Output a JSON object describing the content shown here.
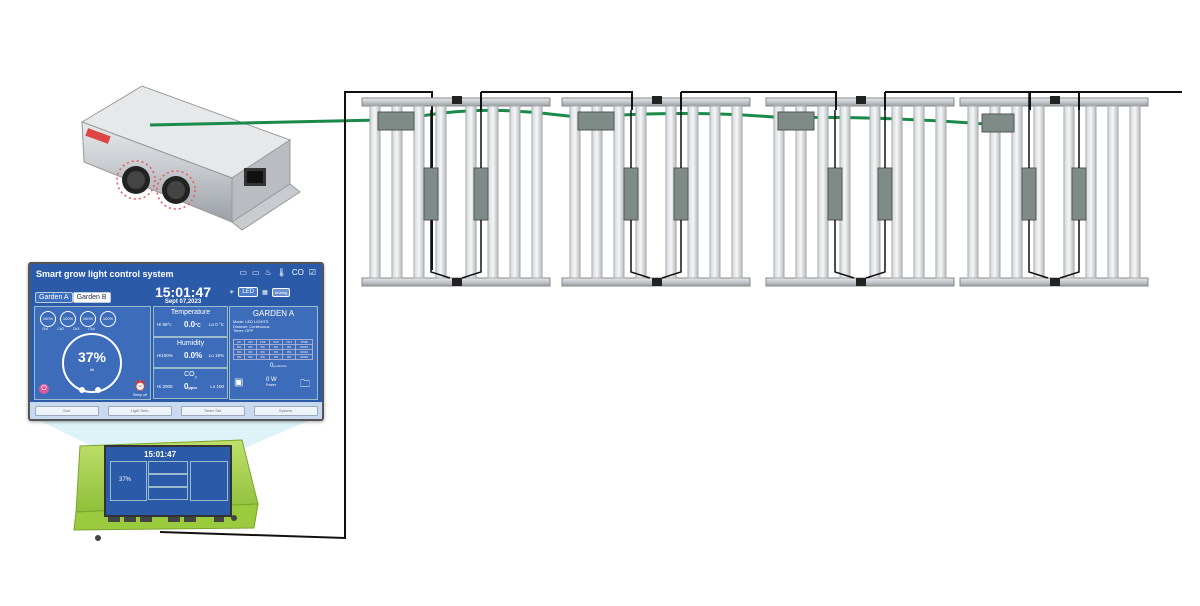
{
  "diagram": {
    "colors": {
      "signal_cable": "#1a8a4a",
      "power_cable": "#111111",
      "fixture_frame": "#c9cdd1",
      "controller_body": "#a4d24e",
      "screen_bg": "#2a5aa8"
    },
    "fixture_count": 4
  },
  "panel": {
    "title": "Smart grow light control system",
    "co2_icon": "CO",
    "tabs": [
      "Garden A",
      "Garden B"
    ],
    "time": "15:01:47",
    "date": "Sept 07,2023",
    "mini_levels": [
      "100%",
      "100%",
      "100%",
      "100%"
    ],
    "mini_labels": [
      "Ch1",
      "Ch2",
      "Ch3",
      "Ch4"
    ],
    "dial_value": "37%",
    "dial_label": "All",
    "alarm_label": "Sleep off",
    "temperature": {
      "label": "Temperature",
      "hi": "Hi 99°c",
      "value": "0.0",
      "unit": "°C",
      "lo": "Lo 0 °C"
    },
    "humidity": {
      "label": "Humidity",
      "hi": "Hi100%",
      "value": "0.0%",
      "lo": "Lo 19%"
    },
    "co2": {
      "label": "CO",
      "hi": "Hi 2000",
      "value": "0",
      "unit": "ppm",
      "lo": "Lo 100"
    },
    "led_button": "LED",
    "analog_button": "Analog",
    "garden": {
      "title": "GARDEN A",
      "mode": "Mode: LED LIGHTS",
      "dimmer": "Dimmer: Continuous",
      "timer": "Timer: OFF",
      "table_header": [
        "Ch",
        "ON",
        "Ch2",
        "Ch3",
        "Ch4",
        "TIME"
      ],
      "table_rows": [
        [
          "0%",
          "0%",
          "0%",
          "0%",
          "0%",
          "00:00"
        ],
        [
          "0%",
          "0%",
          "0%",
          "0%",
          "0%",
          "00:00"
        ],
        [
          "0%",
          "0%",
          "0%",
          "0%",
          "0%",
          "00:00"
        ]
      ],
      "ppfd": "0",
      "ppfd_unit": "μmol/m²/s",
      "power": "0 W",
      "power_label": "Power"
    },
    "bottom_buttons": [
      "Sun",
      "Light Sets",
      "Timer Set",
      "System"
    ]
  },
  "minipanel": {
    "time": "15:01:47",
    "dial_value": "37%"
  }
}
